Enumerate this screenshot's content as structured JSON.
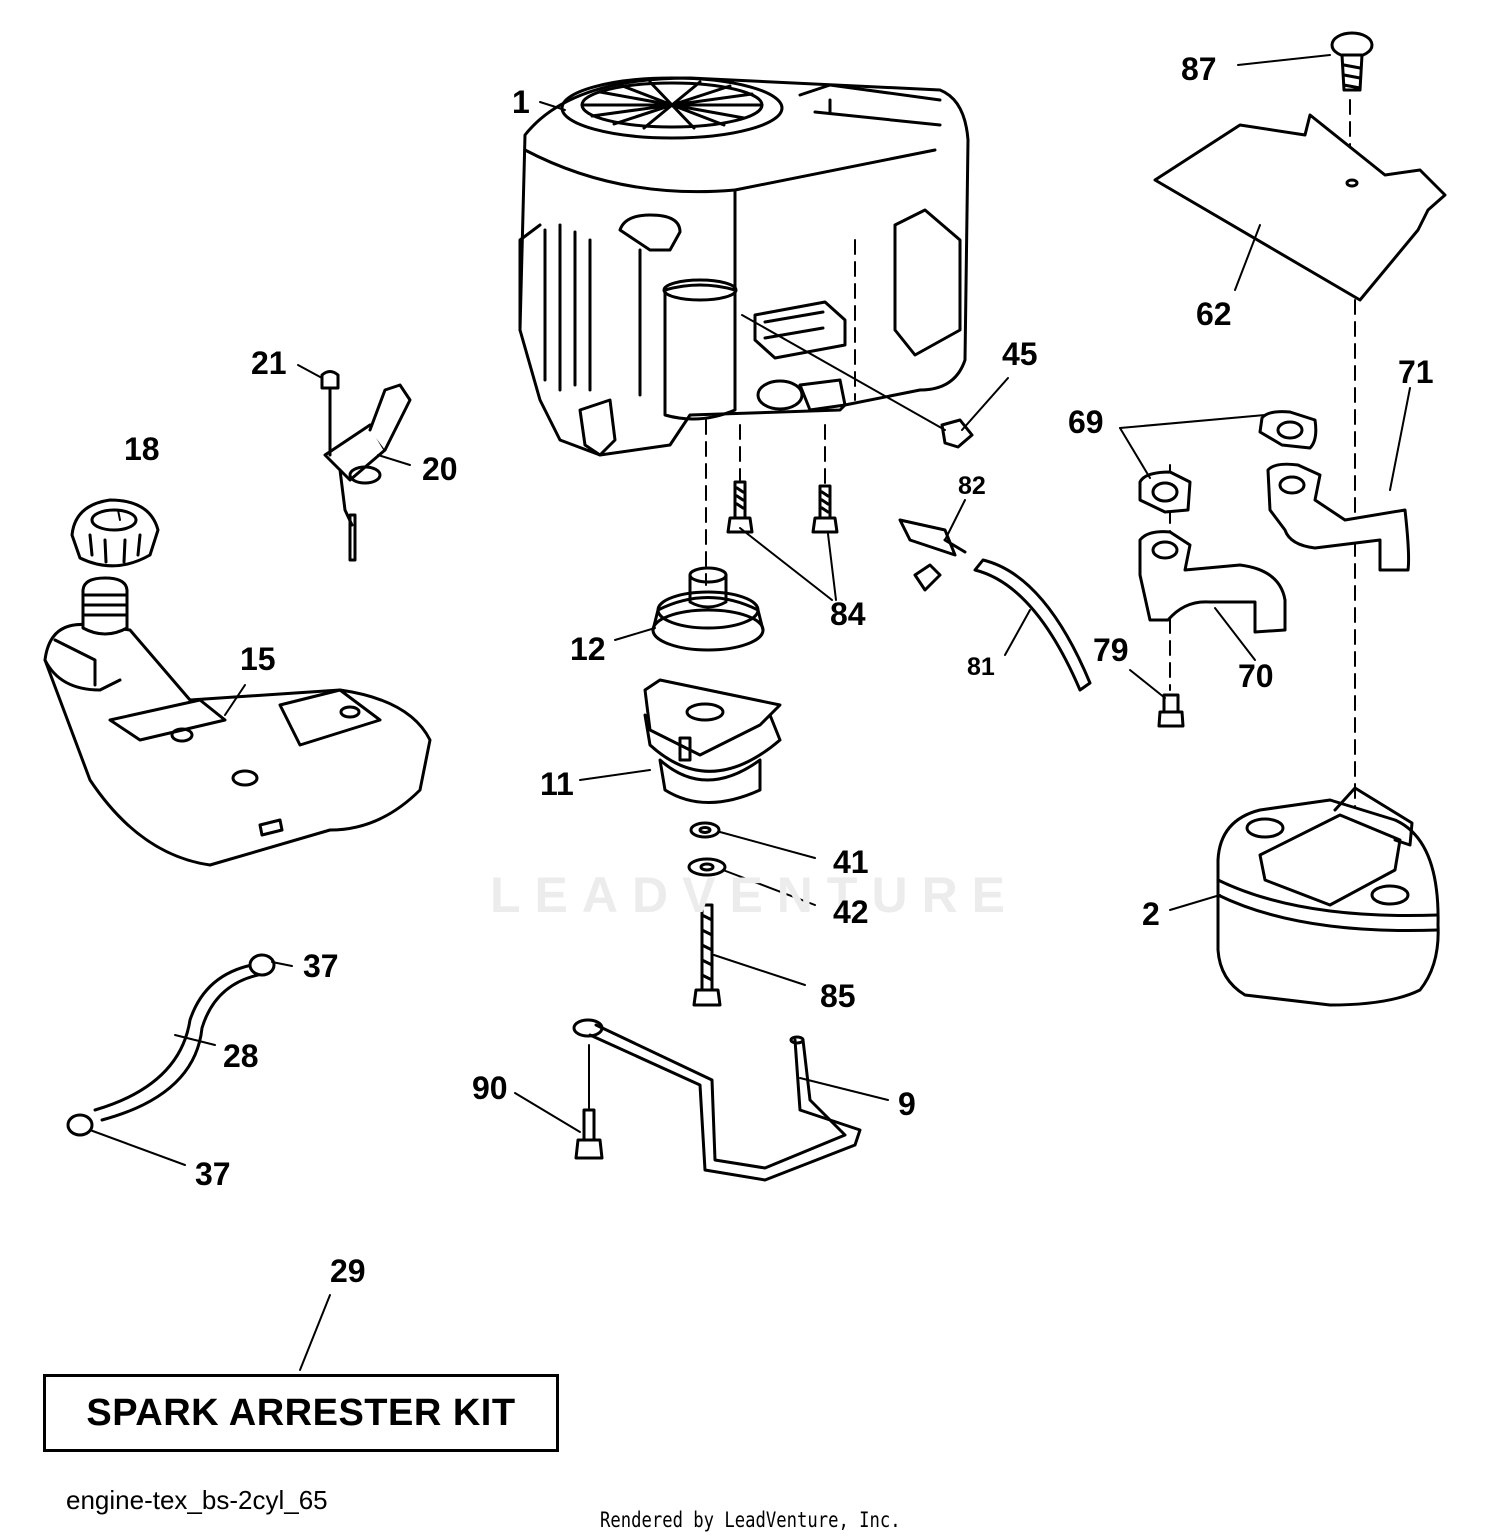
{
  "diagram": {
    "id_code": "engine-tex_bs-2cyl_65",
    "credit": "Rendered by LeadVenture, Inc.",
    "watermark": "LEADVENTURE",
    "kit_label": "SPARK ARRESTER KIT",
    "callouts": {
      "p1": "1",
      "p2": "2",
      "p9": "9",
      "p11": "11",
      "p12": "12",
      "p15": "15",
      "p18": "18",
      "p20": "20",
      "p21": "21",
      "p28": "28",
      "p29": "29",
      "p37a": "37",
      "p37b": "37",
      "p41": "41",
      "p42": "42",
      "p45": "45",
      "p62": "62",
      "p69": "69",
      "p70": "70",
      "p71": "71",
      "p79": "79",
      "p81": "81",
      "p82": "82",
      "p84": "84",
      "p85": "85",
      "p87": "87",
      "p90": "90"
    }
  }
}
